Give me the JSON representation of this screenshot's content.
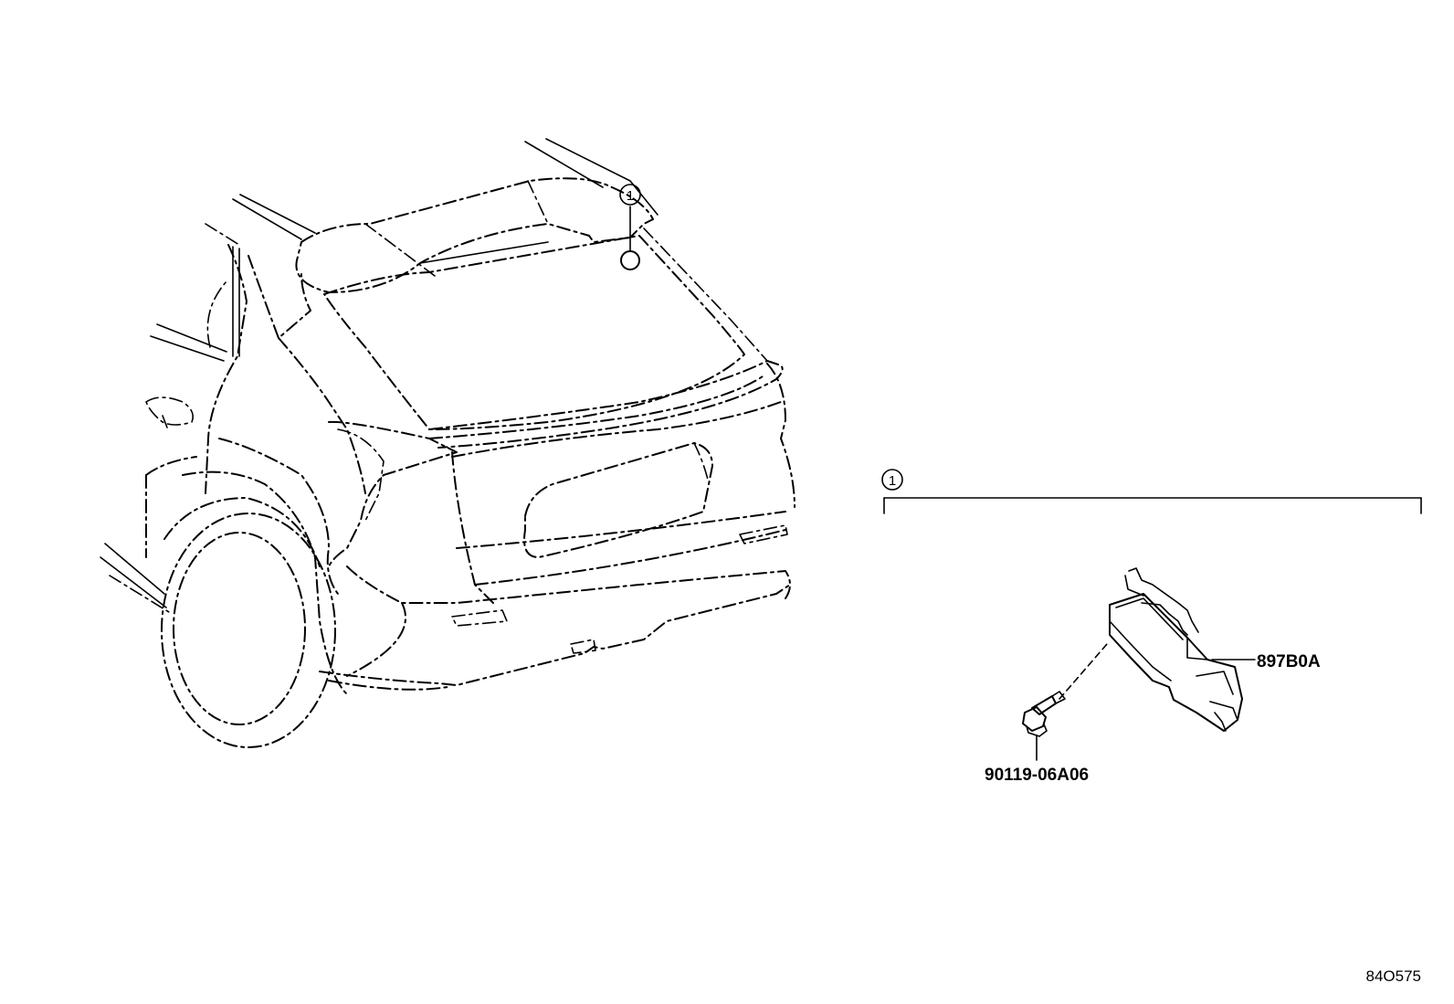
{
  "callouts": {
    "ref_number": "1",
    "group_number": "1"
  },
  "parts": {
    "module": "897B0A",
    "bolt": "90119-06A06"
  },
  "figure_code": "84O575"
}
